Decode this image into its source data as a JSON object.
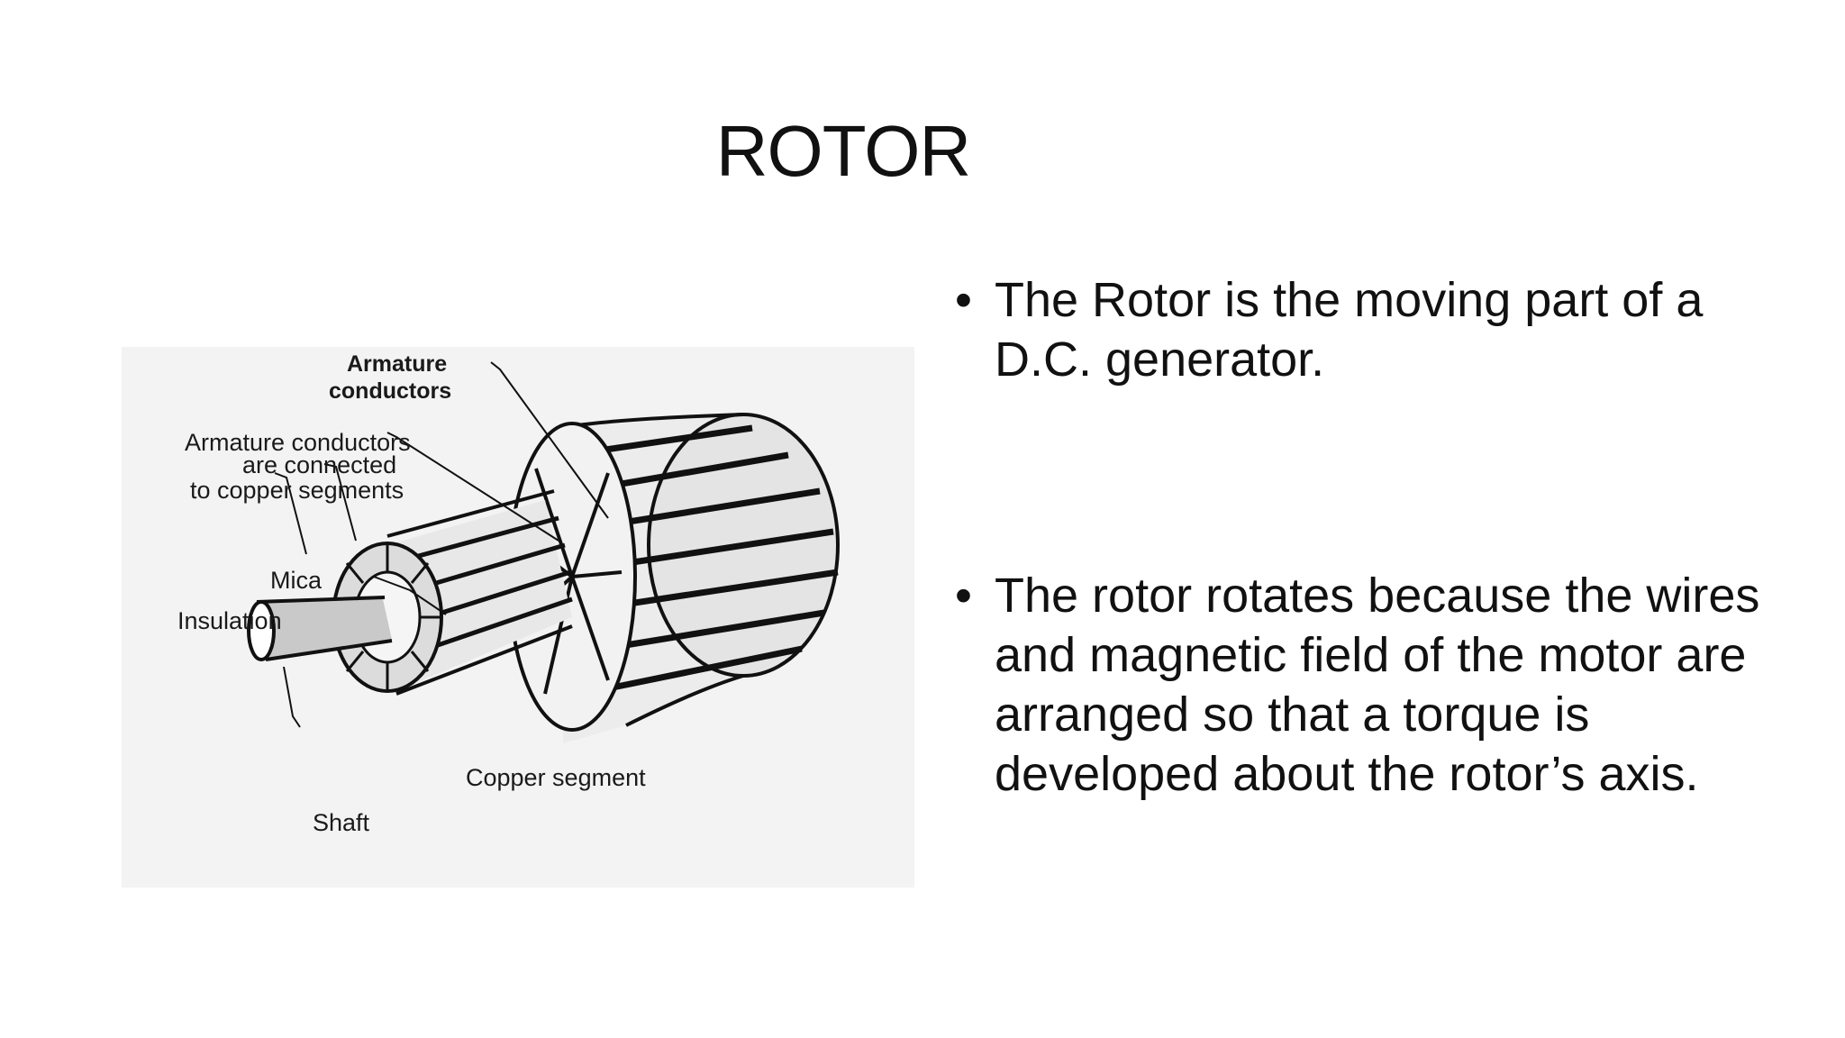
{
  "slide": {
    "title": "ROTOR",
    "bullets": [
      "The Rotor is the moving part of a D.C. generator.",
      "The rotor rotates because the wires and magnetic field of the motor are arranged so that a torque is developed about the rotor’s axis."
    ],
    "bullet_symbol": "•"
  },
  "figure": {
    "labels": {
      "armature_conductors_1": "Armature",
      "armature_conductors_2": "conductors",
      "connected_1": "Armature conductors",
      "connected_2": "are connected",
      "connected_3": "to copper segments",
      "mica": "Mica",
      "insulation": "Insulation",
      "copper_segment": "Copper segment",
      "shaft": "Shaft"
    }
  }
}
